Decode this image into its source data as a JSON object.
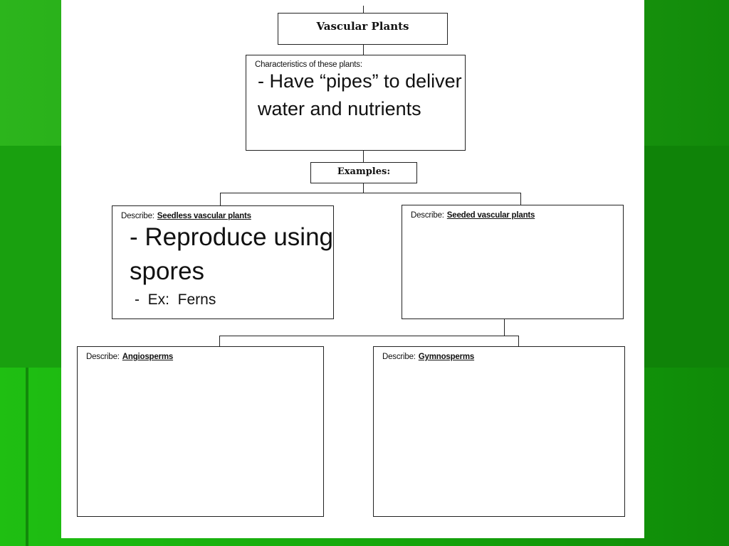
{
  "diagram": {
    "title": "Vascular Plants",
    "characteristics": {
      "label": "Characteristics of these plants:",
      "note": "-  Have “pipes” to deliver water and nutrients"
    },
    "examples_label": "Examples:",
    "seedless": {
      "prefix": "Describe:",
      "name": "Seedless vascular plants",
      "note_main": "-  Reproduce using spores",
      "note_example": "-  Ex:  Ferns"
    },
    "seeded": {
      "prefix": "Describe:",
      "name": "Seeded vascular plants"
    },
    "angiosperms": {
      "prefix": "Describe:",
      "name": "Angiosperms"
    },
    "gymnosperms": {
      "prefix": "Describe:",
      "name": "Gymnosperms"
    }
  },
  "colors": {
    "background_green": "#19a00f",
    "slide_white": "#ffffff",
    "border": "#222222"
  }
}
